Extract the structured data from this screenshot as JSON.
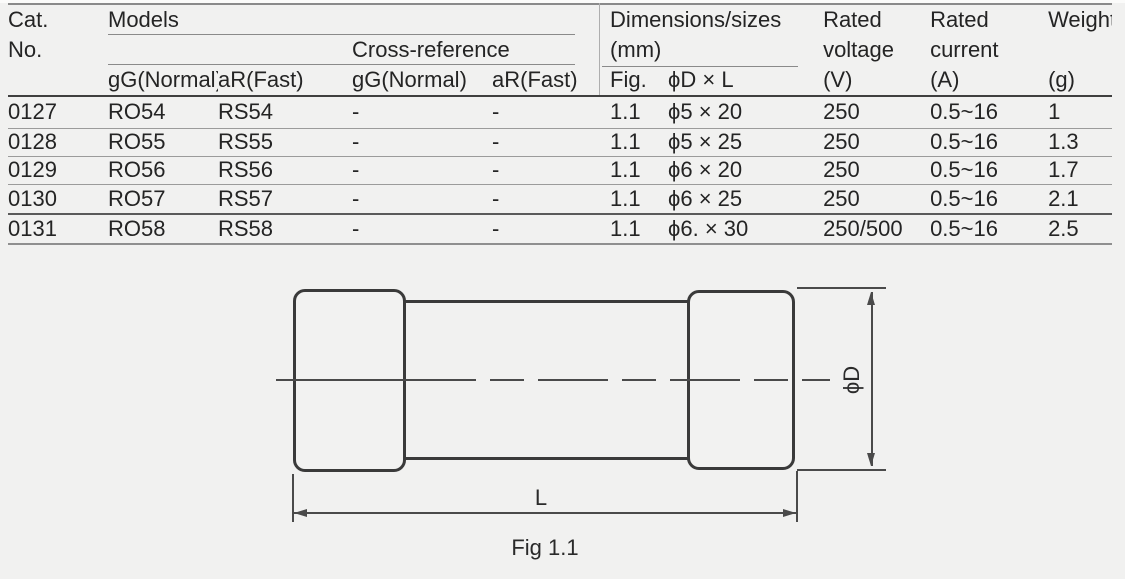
{
  "table": {
    "header": {
      "cat_line1": "Cat.",
      "cat_line2": "No.",
      "models": "Models",
      "cross_reference": "Cross-reference",
      "dimensions_line1": "Dimensions/sizes",
      "dimensions_line2": "(mm)",
      "rated_voltage_line1": "Rated",
      "rated_voltage_line2": "voltage",
      "rated_voltage_unit": "(V)",
      "rated_current_line1": "Rated",
      "rated_current_line2": "current",
      "rated_current_unit": "(A)",
      "weight": "Weight",
      "weight_unit": "(g)",
      "sub_gg_normal_models": "gG(Normal)",
      "sub_ar_fast_models": "aR(Fast)",
      "sub_gg_normal_cross": "gG(Normal)",
      "sub_ar_fast_cross": "aR(Fast)",
      "sub_fig": "Fig.",
      "sub_d_x_l": "ϕD × L"
    },
    "rows": [
      {
        "cat_no": "0127",
        "model_gg": "RO54",
        "model_ar": "RS54",
        "cross_gg": "-",
        "cross_ar": "-",
        "fig": "1.1",
        "d_x_l": "ϕ5 × 20",
        "rated_voltage": "250",
        "rated_current": "0.5~16",
        "weight": "1"
      },
      {
        "cat_no": "0128",
        "model_gg": "RO55",
        "model_ar": "RS55",
        "cross_gg": "-",
        "cross_ar": "-",
        "fig": "1.1",
        "d_x_l": "ϕ5 × 25",
        "rated_voltage": "250",
        "rated_current": "0.5~16",
        "weight": "1.3"
      },
      {
        "cat_no": "0129",
        "model_gg": "RO56",
        "model_ar": "RS56",
        "cross_gg": "-",
        "cross_ar": "-",
        "fig": "1.1",
        "d_x_l": "ϕ6 × 20",
        "rated_voltage": "250",
        "rated_current": "0.5~16",
        "weight": "1.7"
      },
      {
        "cat_no": "0130",
        "model_gg": "RO57",
        "model_ar": "RS57",
        "cross_gg": "-",
        "cross_ar": "-",
        "fig": "1.1",
        "d_x_l": "ϕ6 × 25",
        "rated_voltage": "250",
        "rated_current": "0.5~16",
        "weight": "2.1"
      },
      {
        "cat_no": "0131",
        "model_gg": "RO58",
        "model_ar": "RS58",
        "cross_gg": "-",
        "cross_ar": "-",
        "fig": "1.1",
        "d_x_l": "ϕ6. × 30",
        "rated_voltage": "250/500",
        "rated_current": "0.5~16",
        "weight": "2.5"
      }
    ]
  },
  "figure": {
    "caption": "Fig 1.1",
    "diameter_label": "ϕD",
    "length_label": "L"
  },
  "colors": {
    "background": "#f1f1f0",
    "line_dark": "#3f3f3f",
    "line_gray": "#9b9b9b",
    "drawing_stroke": "#3a3a3a"
  }
}
